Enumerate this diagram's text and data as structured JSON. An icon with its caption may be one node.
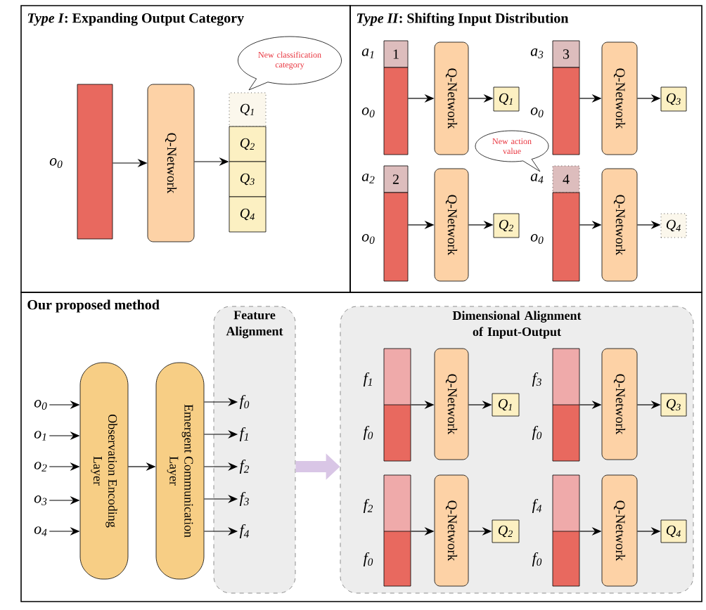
{
  "diagram": {
    "nodes": [
      {
        "text": [
          "*Type I*: Expanding Output Category"
        ]
      },
      {
        "text": [],
        "shape": "bar",
        "in": 0,
        "beside": [
          "o$_{0}$"
        ]
      },
      {
        "text": [
          "Q-Network"
        ],
        "in": 0
      },
      {
        "text": [
          "Q$_{1}$"
        ],
        "in": 0
      },
      {
        "text": [
          "Q$_{2}$"
        ],
        "in": 0
      },
      {
        "text": [
          "Q$_{3}$"
        ],
        "in": 0
      },
      {
        "text": [
          "Q$_{4}$"
        ],
        "in": 0
      },
      {
        "text": [
          "New classification category"
        ],
        "in": 0
      },
      {
        "text": [
          "*Type II*: Shifting Input Distribution"
        ]
      },
      {
        "text": [
          "1"
        ],
        "in": 8,
        "beside": [
          "a$_{1}$"
        ]
      },
      {
        "text": [],
        "shape": "bar",
        "in": 8,
        "beside": [
          "o$_{0}$"
        ]
      },
      {
        "text": [
          "Q-Network"
        ],
        "in": 8
      },
      {
        "text": [
          "Q$_{1}$"
        ],
        "in": 8
      },
      {
        "text": [
          "3"
        ],
        "in": 8,
        "beside": [
          "a$_{3}$"
        ]
      },
      {
        "text": [],
        "shape": "bar",
        "in": 8,
        "beside": [
          "o$_{0}$"
        ]
      },
      {
        "text": [
          "Q-Network"
        ],
        "in": 8
      },
      {
        "text": [
          "Q$_{3}$"
        ],
        "in": 8
      },
      {
        "text": [
          "New action value"
        ],
        "in": 8
      },
      {
        "text": [
          "2"
        ],
        "in": 8,
        "beside": [
          "a$_{2}$"
        ]
      },
      {
        "text": [],
        "shape": "bar",
        "in": 8,
        "beside": [
          "o$_{0}$"
        ]
      },
      {
        "text": [
          "Q-Network"
        ],
        "in": 8
      },
      {
        "text": [
          "Q$_{2}$"
        ],
        "in": 8
      },
      {
        "text": [
          "4"
        ],
        "in": 8,
        "beside": [
          "a$_{4}$"
        ]
      },
      {
        "text": [],
        "shape": "bar",
        "in": 8,
        "beside": [
          "o$_{0}$"
        ]
      },
      {
        "text": [
          "Q-Network"
        ],
        "in": 8
      },
      {
        "text": [
          "Q$_{4}$"
        ],
        "in": 8
      },
      {
        "text": [
          "Our proposed method"
        ]
      },
      {
        "text": [
          "o$_{0}$"
        ],
        "in": 26
      },
      {
        "text": [
          "o$_{1}$"
        ],
        "in": 26
      },
      {
        "text": [
          "o$_{2}$"
        ],
        "in": 26
      },
      {
        "text": [
          "o$_{3}$"
        ],
        "in": 26
      },
      {
        "text": [
          "o$_{4}$"
        ],
        "in": 26
      },
      {
        "text": [
          "Observation Encoding Layer"
        ],
        "in": 26
      },
      {
        "text": [
          "Emergent Communication Layer"
        ],
        "in": 26
      },
      {
        "text": [
          "Feature Alignment"
        ],
        "in": 26
      },
      {
        "text": [
          "f$_{0}$"
        ],
        "in": 34
      },
      {
        "text": [
          "f$_{1}$"
        ],
        "in": 34
      },
      {
        "text": [
          "f$_{2}$"
        ],
        "in": 34
      },
      {
        "text": [
          "f$_{3}$"
        ],
        "in": 34
      },
      {
        "text": [
          "f$_{4}$"
        ],
        "in": 34
      },
      {
        "text": [
          "Dimensional Alignment of Input-Output"
        ],
        "in": 26
      },
      {
        "text": [],
        "shape": "bar",
        "in": 40,
        "beside": [
          "f$_{1}$",
          "f$_{0}$"
        ]
      },
      {
        "text": [
          "Q-Network"
        ],
        "in": 40
      },
      {
        "text": [
          "Q$_{1}$"
        ],
        "in": 40
      },
      {
        "text": [],
        "shape": "bar",
        "in": 40,
        "beside": [
          "f$_{3}$",
          "f$_{0}$"
        ]
      },
      {
        "text": [
          "Q-Network"
        ],
        "in": 40
      },
      {
        "text": [
          "Q$_{3}$"
        ],
        "in": 40
      },
      {
        "text": [],
        "shape": "bar",
        "in": 40,
        "beside": [
          "f$_{2}$",
          "f$_{0}$"
        ]
      },
      {
        "text": [
          "Q-Network"
        ],
        "in": 40
      },
      {
        "text": [
          "Q$_{2}$"
        ],
        "in": 40
      },
      {
        "text": [],
        "shape": "bar",
        "in": 40,
        "beside": [
          "f$_{4}$",
          "f$_{0}$"
        ]
      },
      {
        "text": [
          "Q-Network"
        ],
        "in": 40
      },
      {
        "text": [
          "Q$_{4}$"
        ],
        "in": 40
      }
    ],
    "edges": [
      {
        "from": 1,
        "to": 2,
        "arrow": "to"
      },
      {
        "from": 2,
        "to": 4,
        "arrow": "to"
      },
      {
        "from": 10,
        "to": 11,
        "arrow": "to"
      },
      {
        "from": 11,
        "to": 12,
        "arrow": "to"
      },
      {
        "from": 14,
        "to": 15,
        "arrow": "to"
      },
      {
        "from": 15,
        "to": 16,
        "arrow": "to"
      },
      {
        "from": 19,
        "to": 20,
        "arrow": "to"
      },
      {
        "from": 20,
        "to": 21,
        "arrow": "to"
      },
      {
        "from": 23,
        "to": 24,
        "arrow": "to"
      },
      {
        "from": 24,
        "to": 25,
        "arrow": "to"
      },
      {
        "from": 27,
        "to": 32,
        "arrow": "to"
      },
      {
        "from": 28,
        "to": 32,
        "arrow": "to"
      },
      {
        "from": 29,
        "to": 32,
        "arrow": "to"
      },
      {
        "from": 30,
        "to": 32,
        "arrow": "to"
      },
      {
        "from": 31,
        "to": 32,
        "arrow": "to"
      },
      {
        "from": 32,
        "to": 33,
        "arrow": "to"
      },
      {
        "from": 33,
        "to": 35,
        "arrow": "to"
      },
      {
        "from": 33,
        "to": 36,
        "arrow": "to"
      },
      {
        "from": 33,
        "to": 37,
        "arrow": "to"
      },
      {
        "from": 33,
        "to": 38,
        "arrow": "to"
      },
      {
        "from": 33,
        "to": 39,
        "arrow": "to"
      },
      {
        "from": 34,
        "to": 40,
        "arrow": "to",
        "style": "thick",
        "color": "#d9c6e6"
      },
      {
        "from": 41,
        "to": 42,
        "arrow": "to"
      },
      {
        "from": 42,
        "to": 43,
        "arrow": "to"
      },
      {
        "from": 44,
        "to": 45,
        "arrow": "to"
      },
      {
        "from": 45,
        "to": 46,
        "arrow": "to"
      },
      {
        "from": 47,
        "to": 48,
        "arrow": "to"
      },
      {
        "from": 48,
        "to": 49,
        "arrow": "to"
      },
      {
        "from": 50,
        "to": 51,
        "arrow": "to"
      },
      {
        "from": 51,
        "to": 52,
        "arrow": "to"
      }
    ]
  }
}
